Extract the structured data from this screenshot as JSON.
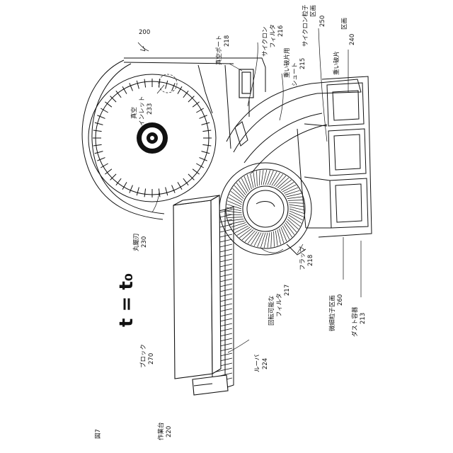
{
  "figure": {
    "label": "図7",
    "time": "t = t₀",
    "reference_number": "200"
  },
  "parts": {
    "block": {
      "name": "ブロック",
      "num": "270"
    },
    "workbench": {
      "name": "作業台",
      "num": "220"
    },
    "louver": {
      "name": "ルーバ",
      "num": "224"
    },
    "saw_blade": {
      "name": "丸鋸刃",
      "num": "230"
    },
    "vacuum_inlet": {
      "name1": "真空",
      "name2": "インレット",
      "num": "233"
    },
    "vacuum_port": {
      "name": "真空ポート",
      "num": "218"
    },
    "cyclone_filter": {
      "name1": "サイクロン",
      "name2": "フィルタ",
      "num": "216"
    },
    "heavy_chute": {
      "name1": "重い破片用",
      "name2": "シュート",
      "num": "215"
    },
    "cyclone_particle": {
      "name1": "サイクロン粒子",
      "name2": "区画",
      "num": "250"
    },
    "heavy_section": {
      "name1": "重い破片",
      "name2": "区画",
      "num": "240"
    },
    "rotating_filter": {
      "name1": "回転可能な",
      "name2": "フィルタ",
      "num": "217"
    },
    "flap": {
      "name": "フラップ",
      "num": "218"
    },
    "fine_particle": {
      "name": "微細粒子区画",
      "num": "260"
    },
    "dust_container": {
      "name": "ダスト容器",
      "num": "213"
    }
  }
}
